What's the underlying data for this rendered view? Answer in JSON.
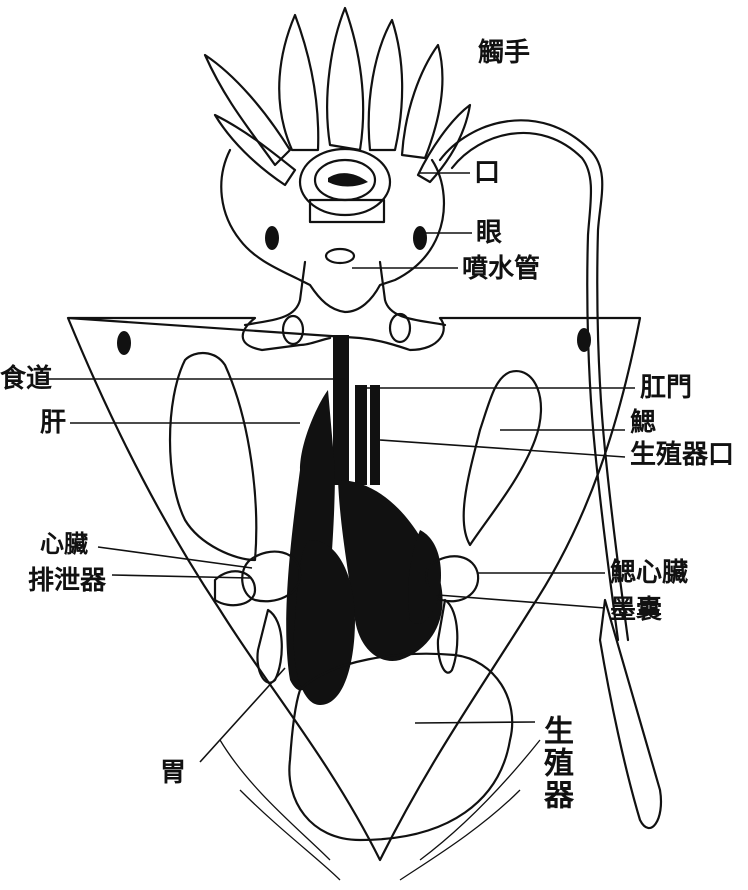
{
  "labels": {
    "tentacles": "觸手",
    "mouth": "口",
    "eye": "眼",
    "funnel": "噴水管",
    "esophagus": "食道",
    "anus": "肛門",
    "liver": "肝",
    "gill": "鰓",
    "genital_pore": "生殖器口",
    "heart": "心臟",
    "excretory_organ": "排泄器",
    "branchial_heart": "鰓心臟",
    "ink_sac": "墨囊",
    "stomach": "胃",
    "gonad": "生殖器"
  },
  "colors": {
    "ink": "#111111",
    "paper": "#ffffff"
  }
}
